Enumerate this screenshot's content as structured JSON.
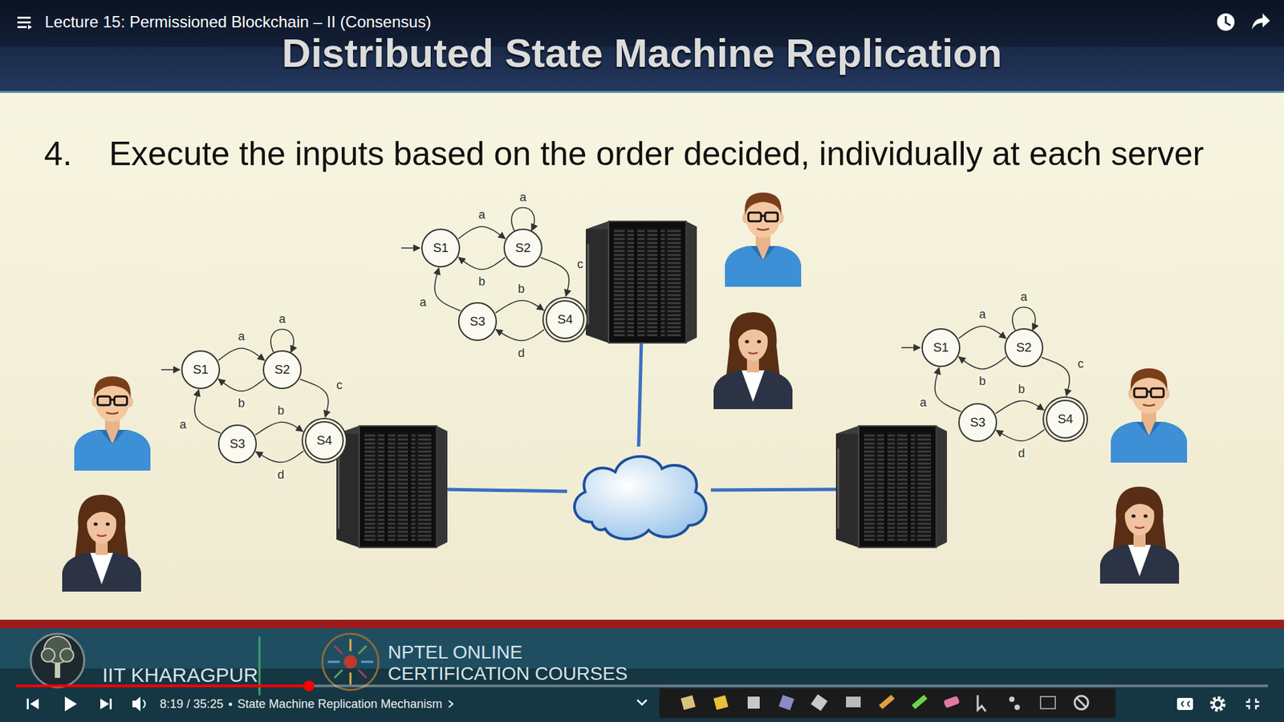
{
  "diagram": {
    "title": "Distributed State Machine Replication",
    "nodes": [
      {
        "text": [
          "S1"
        ]
      },
      {
        "text": [
          "S2"
        ]
      },
      {
        "text": [
          "S3"
        ]
      },
      {
        "text": [
          "S4"
        ]
      },
      {
        "text": [
          "S1"
        ]
      },
      {
        "text": [
          "S2"
        ]
      },
      {
        "text": [
          "S3"
        ]
      },
      {
        "text": [
          "S4"
        ]
      },
      {
        "text": [
          "S1"
        ]
      },
      {
        "text": [
          "S2"
        ]
      },
      {
        "text": [
          "S3"
        ]
      },
      {
        "text": [
          "S4"
        ]
      }
    ],
    "edges": [
      {
        "from": 0,
        "to": 1,
        "label": "a",
        "arrow": "to"
      },
      {
        "from": 1,
        "to": 0,
        "label": "b",
        "arrow": "to"
      },
      {
        "from": 1,
        "to": 3,
        "label": "c",
        "arrow": "to"
      },
      {
        "from": 2,
        "to": 3,
        "label": "b",
        "arrow": "to"
      },
      {
        "from": 3,
        "to": 2,
        "label": "d",
        "arrow": "to"
      },
      {
        "from": 2,
        "to": 0,
        "label": "a",
        "arrow": "to"
      },
      {
        "from": 4,
        "to": 5,
        "label": "a",
        "arrow": "to"
      },
      {
        "from": 5,
        "to": 4,
        "label": "b",
        "arrow": "to"
      },
      {
        "from": 5,
        "to": 7,
        "label": "c",
        "arrow": "to"
      },
      {
        "from": 6,
        "to": 7,
        "label": "b",
        "arrow": "to"
      },
      {
        "from": 7,
        "to": 6,
        "label": "d",
        "arrow": "to"
      },
      {
        "from": 6,
        "to": 4,
        "label": "a",
        "arrow": "to"
      },
      {
        "from": 8,
        "to": 9,
        "label": "a",
        "arrow": "to"
      },
      {
        "from": 9,
        "to": 8,
        "label": "b",
        "arrow": "to"
      },
      {
        "from": 9,
        "to": 11,
        "label": "c",
        "arrow": "to"
      },
      {
        "from": 10,
        "to": 11,
        "label": "b",
        "arrow": "to"
      },
      {
        "from": 11,
        "to": 10,
        "label": "d",
        "arrow": "to"
      },
      {
        "from": 10,
        "to": 8,
        "label": "a",
        "arrow": "to"
      }
    ],
    "labels": [
      "Lecture 15: Permissioned Blockchain – II (Consensus)",
      "4.",
      "Execute the inputs based on the order decided, individually at each server",
      "a",
      "a",
      "a",
      "IIT KHARAGPUR",
      "NPTEL ONLINE CERTIFICATION COURSES",
      "8:19 / 35:25",
      "State Machine Replication Mechanism"
    ]
  }
}
